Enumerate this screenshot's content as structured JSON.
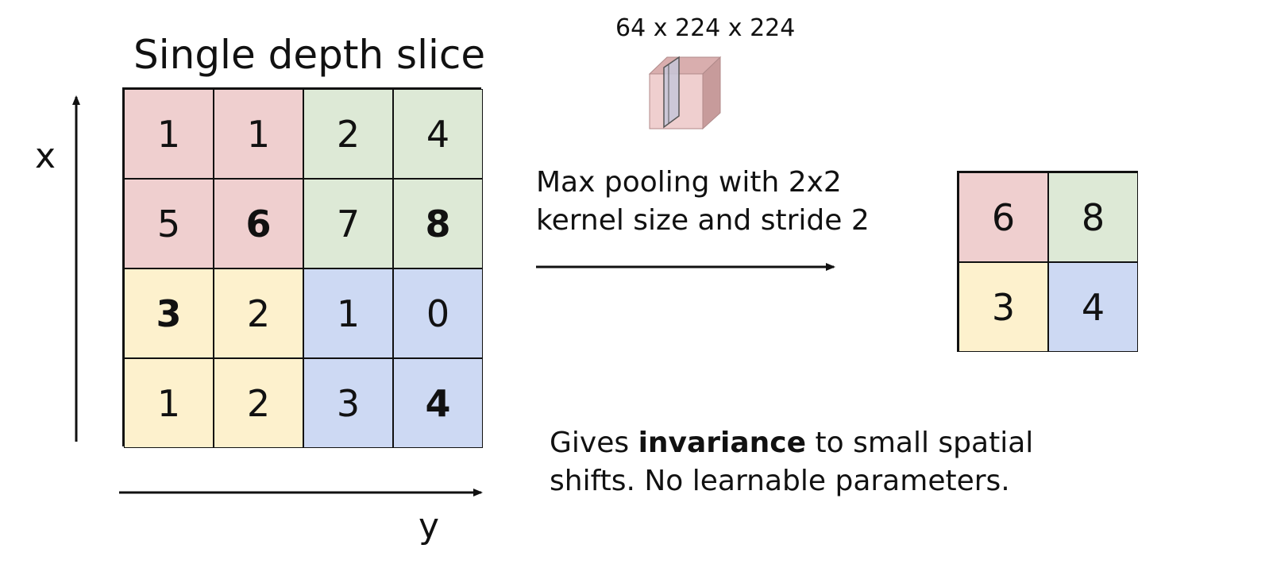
{
  "title": "Single depth slice",
  "axis": {
    "x_label": "x",
    "y_label": "y"
  },
  "input_grid": [
    [
      {
        "value": "1",
        "bold": false,
        "region": "red"
      },
      {
        "value": "1",
        "bold": false,
        "region": "red"
      },
      {
        "value": "2",
        "bold": false,
        "region": "green"
      },
      {
        "value": "4",
        "bold": false,
        "region": "green"
      }
    ],
    [
      {
        "value": "5",
        "bold": false,
        "region": "red"
      },
      {
        "value": "6",
        "bold": true,
        "region": "red"
      },
      {
        "value": "7",
        "bold": false,
        "region": "green"
      },
      {
        "value": "8",
        "bold": true,
        "region": "green"
      }
    ],
    [
      {
        "value": "3",
        "bold": true,
        "region": "yellow"
      },
      {
        "value": "2",
        "bold": false,
        "region": "yellow"
      },
      {
        "value": "1",
        "bold": false,
        "region": "blue"
      },
      {
        "value": "0",
        "bold": false,
        "region": "blue"
      }
    ],
    [
      {
        "value": "1",
        "bold": false,
        "region": "yellow"
      },
      {
        "value": "2",
        "bold": false,
        "region": "yellow"
      },
      {
        "value": "3",
        "bold": false,
        "region": "blue"
      },
      {
        "value": "4",
        "bold": true,
        "region": "blue"
      }
    ]
  ],
  "output_grid": [
    [
      {
        "value": "6",
        "region": "red"
      },
      {
        "value": "8",
        "region": "green"
      }
    ],
    [
      {
        "value": "3",
        "region": "yellow"
      },
      {
        "value": "4",
        "region": "blue"
      }
    ]
  ],
  "volume_label": "64 x 224 x 224",
  "operation": {
    "line1": "Max pooling with 2x2",
    "line2": "kernel size and stride 2"
  },
  "note": {
    "prefix": "Gives ",
    "emphasis": "invariance",
    "suffix": " to small spatial",
    "line2": "shifts. No learnable parameters."
  },
  "colors": {
    "red": "#efcfcf",
    "green": "#dde9d6",
    "yellow": "#fdf1cd",
    "blue": "#cdd9f3"
  }
}
